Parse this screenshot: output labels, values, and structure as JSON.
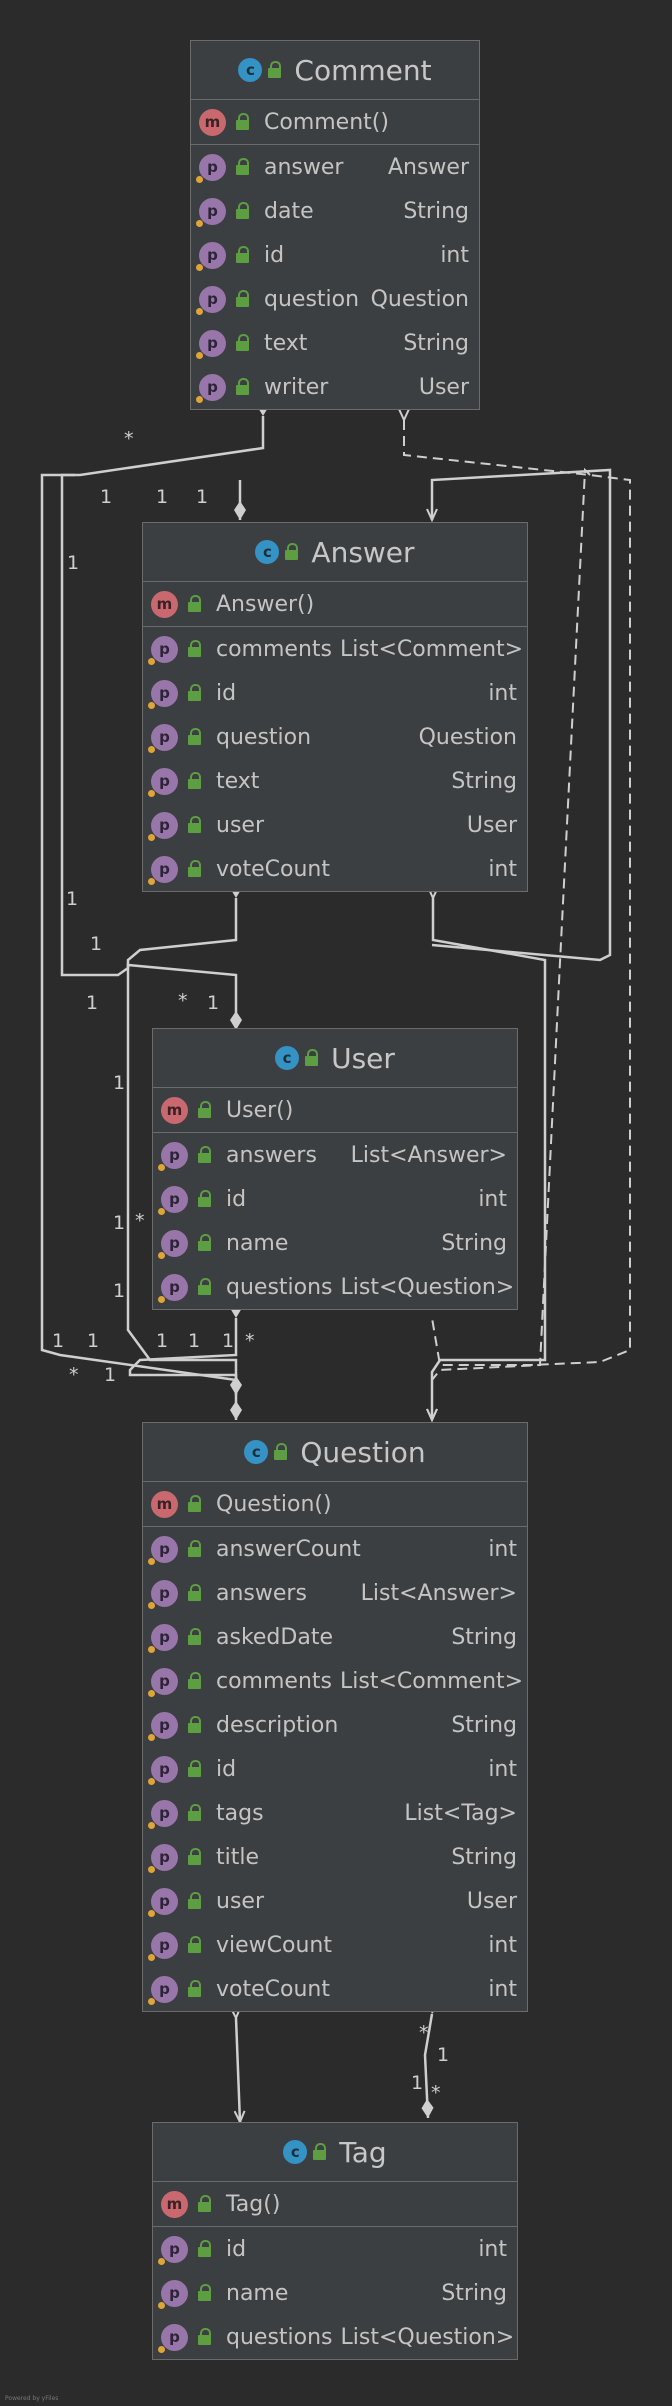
{
  "classes": {
    "comment": {
      "name": "Comment",
      "constructor": "Comment()",
      "fields": [
        {
          "name": "answer",
          "type": "Answer"
        },
        {
          "name": "date",
          "type": "String"
        },
        {
          "name": "id",
          "type": "int"
        },
        {
          "name": "question",
          "type": "Question"
        },
        {
          "name": "text",
          "type": "String"
        },
        {
          "name": "writer",
          "type": "User"
        }
      ]
    },
    "answer": {
      "name": "Answer",
      "constructor": "Answer()",
      "fields": [
        {
          "name": "comments",
          "type": "List<Comment>"
        },
        {
          "name": "id",
          "type": "int"
        },
        {
          "name": "question",
          "type": "Question"
        },
        {
          "name": "text",
          "type": "String"
        },
        {
          "name": "user",
          "type": "User"
        },
        {
          "name": "voteCount",
          "type": "int"
        }
      ]
    },
    "user": {
      "name": "User",
      "constructor": "User()",
      "fields": [
        {
          "name": "answers",
          "type": "List<Answer>"
        },
        {
          "name": "id",
          "type": "int"
        },
        {
          "name": "name",
          "type": "String"
        },
        {
          "name": "questions",
          "type": "List<Question>"
        }
      ]
    },
    "question": {
      "name": "Question",
      "constructor": "Question()",
      "fields": [
        {
          "name": "answerCount",
          "type": "int"
        },
        {
          "name": "answers",
          "type": "List<Answer>"
        },
        {
          "name": "askedDate",
          "type": "String"
        },
        {
          "name": "comments",
          "type": "List<Comment>"
        },
        {
          "name": "description",
          "type": "String"
        },
        {
          "name": "id",
          "type": "int"
        },
        {
          "name": "tags",
          "type": "List<Tag>"
        },
        {
          "name": "title",
          "type": "String"
        },
        {
          "name": "user",
          "type": "User"
        },
        {
          "name": "viewCount",
          "type": "int"
        },
        {
          "name": "voteCount",
          "type": "int"
        }
      ]
    },
    "tag": {
      "name": "Tag",
      "constructor": "Tag()",
      "fields": [
        {
          "name": "id",
          "type": "int"
        },
        {
          "name": "name",
          "type": "String"
        },
        {
          "name": "questions",
          "type": "List<Question>"
        }
      ]
    }
  },
  "badges": {
    "class": "c",
    "method": "m",
    "property": "p"
  },
  "multiplicities": {
    "star": "*",
    "one": "1"
  },
  "credit": "Powered by yFiles",
  "colors": {
    "background": "#2b2b2b",
    "class_fill": "#3c3f41",
    "border": "#6b6b6b",
    "edge": "#cfcfcf",
    "class_badge": "#3592c4",
    "method_badge": "#c9696f",
    "property_badge": "#9876aa",
    "lock": "#5e9e43"
  }
}
